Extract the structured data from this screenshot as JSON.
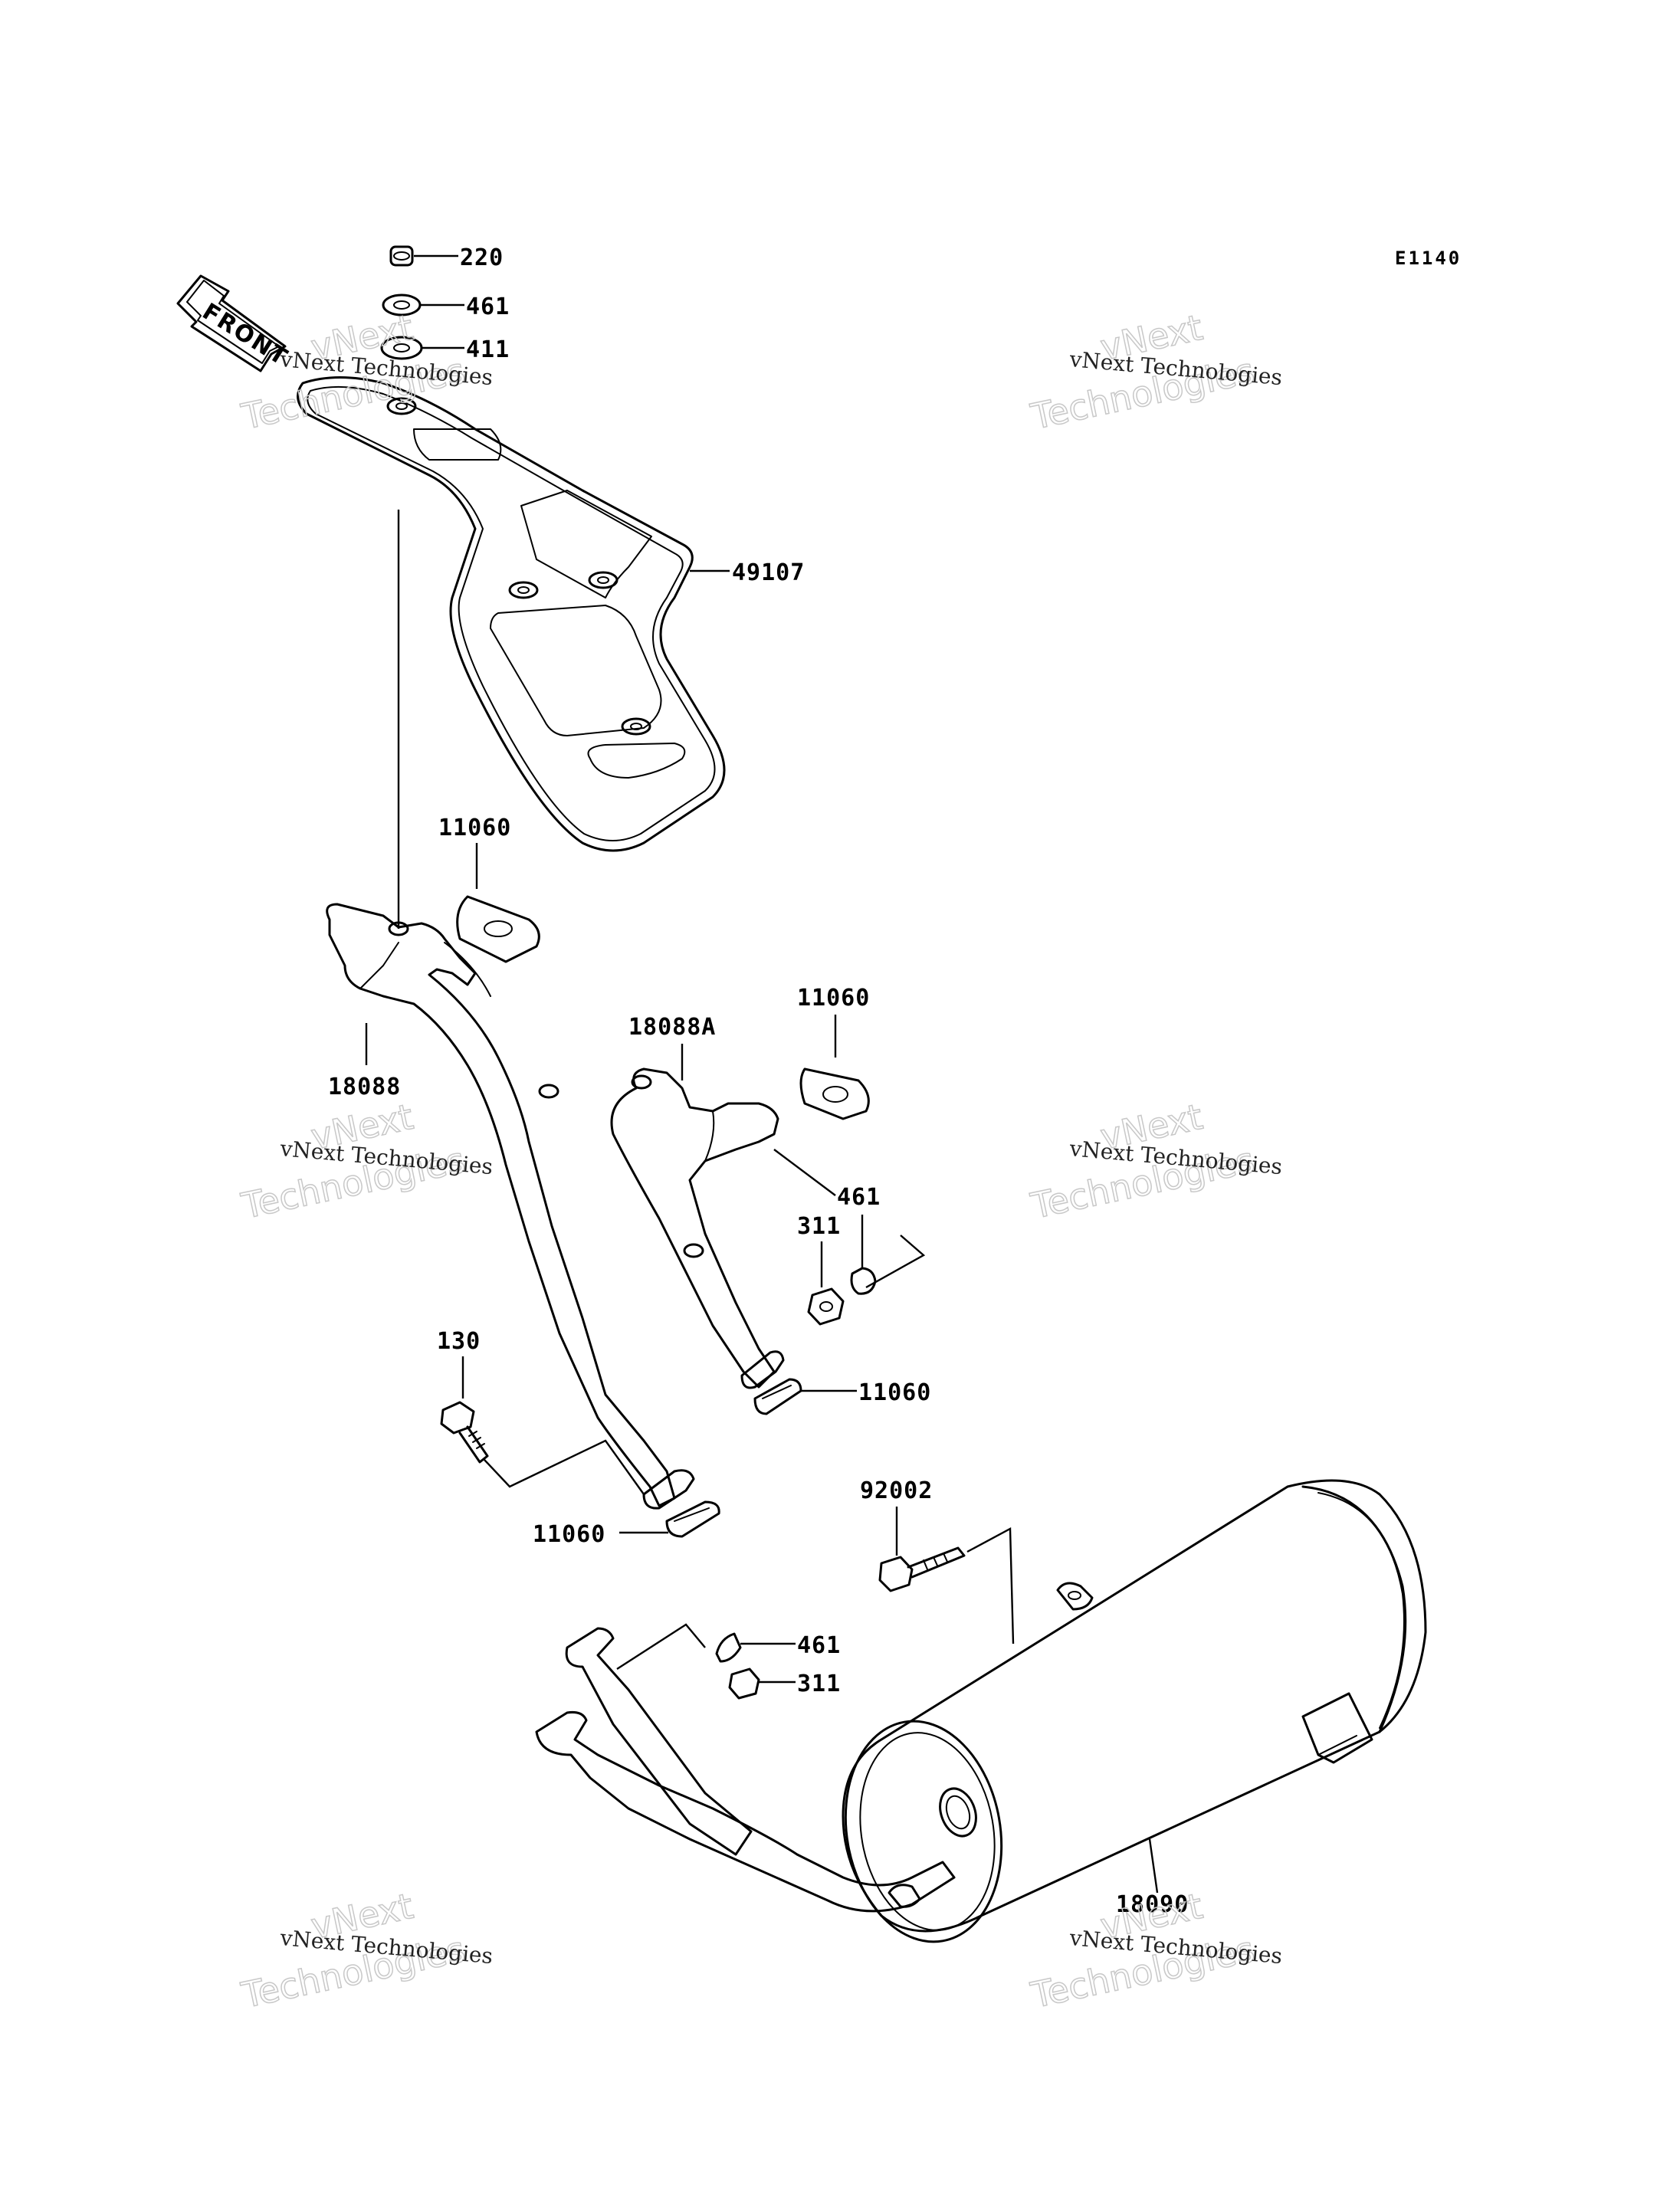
{
  "diagram": {
    "code": "E1140",
    "direction_marker": "FRONT",
    "callouts": {
      "c220": "220",
      "c461_top": "461",
      "c411": "411",
      "c49107": "49107",
      "c11060_a": "11060",
      "c11060_b": "11060",
      "c18088A": "18088A",
      "c18088": "18088",
      "c461_mid": "461",
      "c311_mid": "311",
      "c130": "130",
      "c11060_c": "11060",
      "c11060_d": "11060",
      "c92002": "92002",
      "c461_low": "461",
      "c311_low": "311",
      "c18090": "18090"
    },
    "watermark": {
      "line1": "vNext Technologies",
      "brand_top": "vNext",
      "brand_bottom": "Technologies"
    }
  }
}
